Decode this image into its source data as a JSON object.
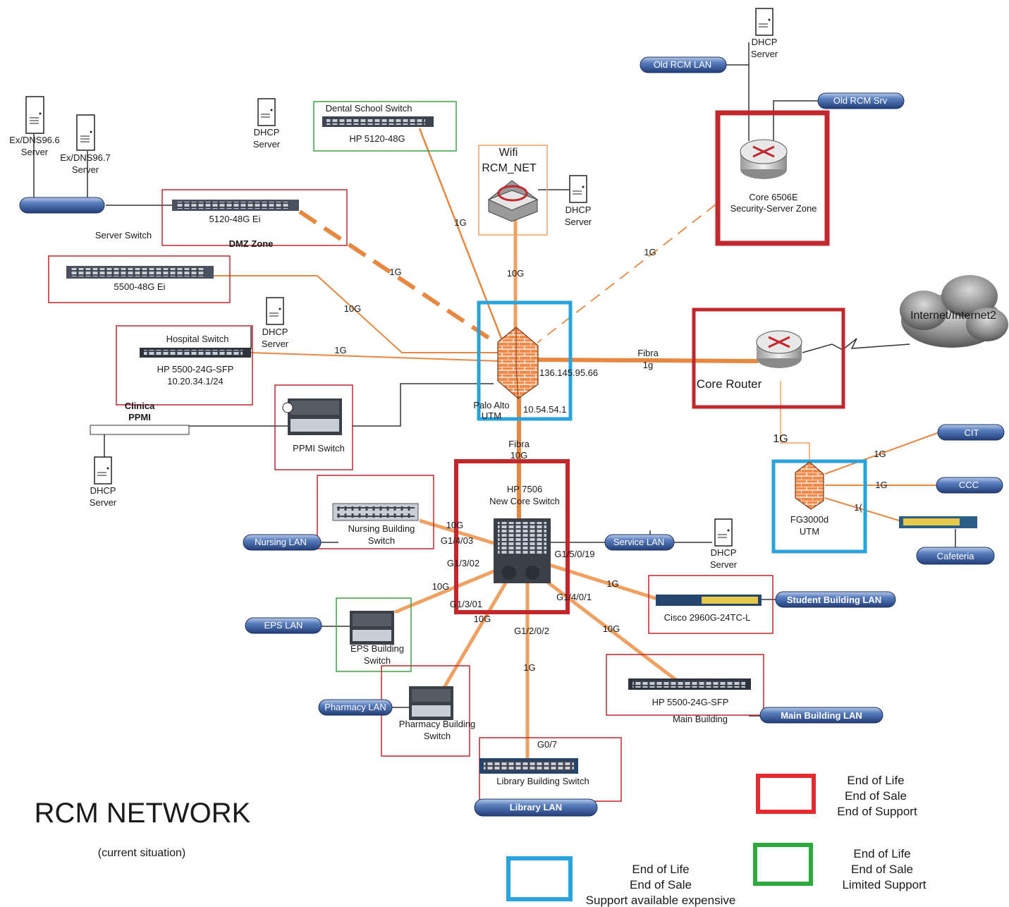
{
  "labels": {
    "ex_dns_66": [
      "Ex/DNS96.6",
      "Server"
    ],
    "ex_dns_67": [
      "Ex/DNS96.7",
      "Server"
    ],
    "dhcp": [
      "DHCP",
      "Server"
    ],
    "server_switch": "Server Switch",
    "switch_5120_dmz": "5120-48G Ei",
    "dmz_zone": "DMZ Zone",
    "dental_switch": "Dental School Switch",
    "hp_5120": "HP 5120-48G",
    "wifi": [
      "Wifi",
      "RCM_NET"
    ],
    "core_6506e": [
      "Core 6506E",
      "Security-Server Zone"
    ],
    "old_rcm_lan": "Old RCM LAN",
    "old_rcm_srv": "Old RCM Srv",
    "switch_5500_48g": "5500-48G Ei",
    "hospital_switch": [
      "Hospital Switch",
      "HP 5500-24G-SFP",
      "10.20.34.1/24"
    ],
    "clinica_ppmi": [
      "Clinica",
      "PPMI"
    ],
    "ppmi_switch": "PPMI Switch",
    "palo_alto": [
      "Palo Alto",
      "UTM"
    ],
    "ip_136": "136.145.95.66",
    "ip_10": "10.54.54.1",
    "fibra_1g": [
      "Fibra",
      "1g"
    ],
    "fibra_10g": [
      "Fibra",
      "10G"
    ],
    "core_router": "Core Router",
    "internet": "Internet/Internet2",
    "hp_7506": [
      "HP 7506",
      "New Core Switch"
    ],
    "fg3000d": [
      "FG3000d",
      "UTM"
    ],
    "cit": "CIT",
    "ccc": "CCC",
    "cafeteria": "Cafeteria",
    "nursing_lan": "Nursing LAN",
    "nursing_switch": [
      "Nursing Building",
      "Switch"
    ],
    "service_lan": "Service LAN",
    "student_lan": "Student Building LAN",
    "cisco_2960": "Cisco 2960G-24TC-L",
    "eps_lan": "EPS LAN",
    "eps_switch": [
      "EPS Building",
      "Switch"
    ],
    "pharmacy_lan": "Pharmacy LAN",
    "pharmacy_switch": [
      "Pharmacy Building",
      "Switch"
    ],
    "hp_5500_main": "HP 5500-24G-SFP",
    "main_building": "Main Building",
    "main_lan": "Main Building LAN",
    "library_switch": "Library Building Switch",
    "library_lan": "Library LAN",
    "g0_7": "G0/7",
    "port_g1_4_03": "G1/4/03",
    "port_g1_3_02": "G1/3/02",
    "port_g1_3_01": "G1/3/01",
    "port_g1_2_0_2": "G1/2/0/2",
    "port_g1_5_0_19": "G1/5/0/19",
    "port_g1_4_0_1": "G1/4/0/1"
  },
  "speeds": {
    "g1": "1G",
    "g10": "10G",
    "g10_partial": "10G",
    "g1_partial": "1("
  },
  "title": "RCM NETWORK",
  "subtitle": "(current situation)",
  "legend": {
    "red": [
      "End of Life",
      "End of Sale",
      "End of Support"
    ],
    "green": [
      "End of Life",
      "End of Sale",
      "Limited Support"
    ],
    "blue": [
      "End of Life",
      "End of Sale",
      "Support available expensive"
    ]
  },
  "colors": {
    "red": "#c1272d",
    "green": "#3aa346",
    "blue": "#29a3dc",
    "orange": "#f0a060",
    "link_orange": "#e8873f",
    "pipe": "#2d4f8c"
  },
  "icons": [
    "server-icon",
    "switch-icon",
    "router-icon",
    "firewall-icon",
    "cloud-icon",
    "lan-pipe-icon",
    "wifi-ap-icon"
  ]
}
